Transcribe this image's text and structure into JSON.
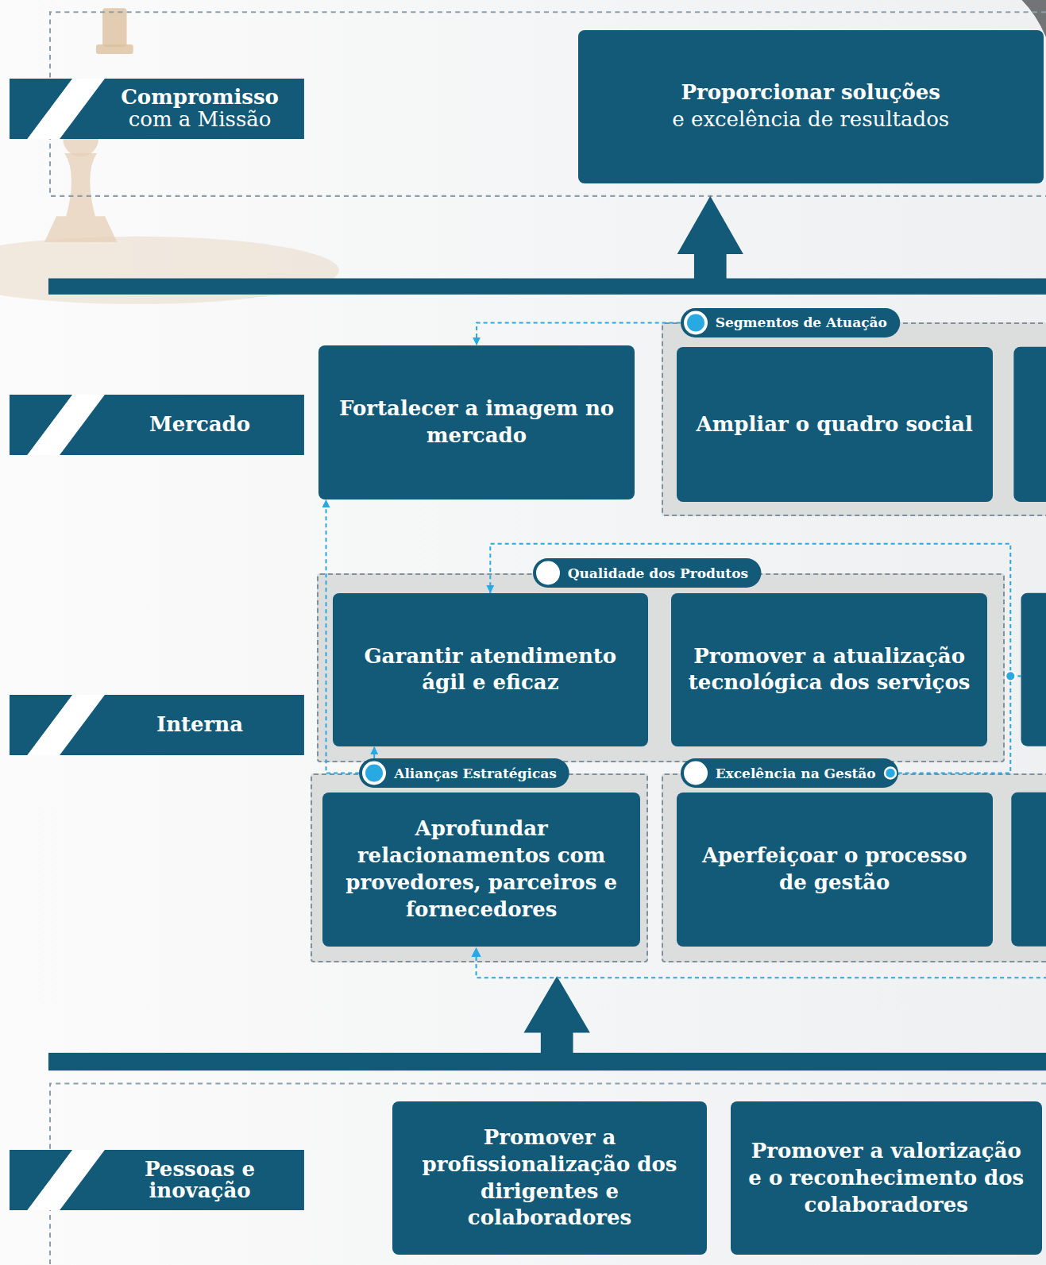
{
  "diagram": {
    "nodes": [
      {
        "text": [
          "Compromisso",
          "com a Missão"
        ]
      },
      {
        "text": [
          "Proporcionar soluções",
          "e excelência de resultados"
        ]
      },
      {
        "text": [
          "Mercado"
        ]
      },
      {
        "text": [
          "Fortalecer a imagem no mercado"
        ]
      },
      {
        "text": [
          "Segmentos de Atuação"
        ]
      },
      {
        "text": [
          "Ampliar o quadro social"
        ],
        "in": 4
      },
      {
        "text": [
          "Qualidade dos Produtos"
        ]
      },
      {
        "text": [
          "Garantir atendimento ágil e eficaz"
        ],
        "in": 6
      },
      {
        "text": [
          "Promover a atualização tecnológica dos serviços"
        ],
        "in": 6
      },
      {
        "text": [
          "Interna"
        ]
      },
      {
        "text": [
          "Alianças Estratégicas"
        ]
      },
      {
        "text": [
          "Aprofundar relacionamentos com provedores, parceiros e fornecedores"
        ],
        "in": 10
      },
      {
        "text": [
          "Excelência na Gestão"
        ]
      },
      {
        "text": [
          "Aperfeiçoar o processo de gestão"
        ],
        "in": 12
      },
      {
        "text": [
          "Pessoas e inovação"
        ]
      },
      {
        "text": [
          "Promover a profissionalização dos dirigentes e colaboradores"
        ]
      },
      {
        "text": [
          "Promover a valorização e o reconhecimento dos colaboradores"
        ]
      }
    ],
    "edges": [
      {
        "from": 4,
        "to": 3,
        "arrow": "to"
      },
      {
        "from": 10,
        "to": 3,
        "arrow": "to"
      },
      {
        "from": 10,
        "to": 7,
        "arrow": "to"
      },
      {
        "from": 12,
        "to": 7,
        "arrow": "to"
      }
    ]
  }
}
